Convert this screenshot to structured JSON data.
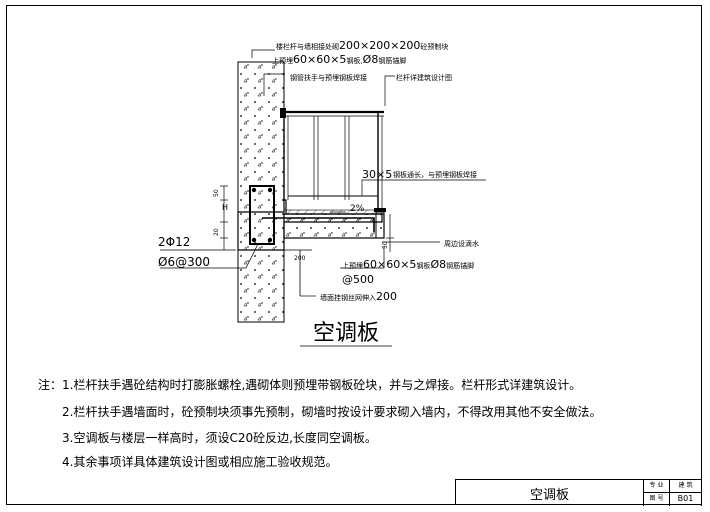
{
  "drawing": {
    "title": "空调板",
    "labels": {
      "top_line1_prefix": "楼栏杆与墙相接处砌",
      "top_line1_dim": "200×200×200",
      "top_line1_suffix": "砼预制块",
      "top_line2_prefix": "上预埋",
      "top_line2_dim": "60×60×5",
      "top_line2_mid": "钢板,",
      "top_line2_bar": "Ø8",
      "top_line2_suffix": "钢筋锚脚",
      "pipe_weld": "钢管扶手与预埋钢板焊接",
      "railing_ref": "栏杆详建筑设计图",
      "plate_dim": "30×5",
      "plate_text": "钢板通长，与预埋钢板焊接",
      "slope": "2%",
      "rebar_bottom": "2Φ12",
      "stirrup": "Ø6@300",
      "dim_50_upper": "50",
      "dim_h": "H",
      "dim_20": "20",
      "dim_50_lower": "50",
      "dim_200": "200",
      "drain": "周边设滴水",
      "bottom_embed_prefix": "上预埋",
      "bottom_embed_dim": "60×60×5",
      "bottom_embed_mid": "钢板",
      "bottom_embed_bar": "Ø8",
      "bottom_embed_suffix": "钢筋锚脚",
      "spacing": "@500",
      "mesh_prefix": "墙面挂钢丝网伸入",
      "mesh_dim": "200"
    }
  },
  "notes": {
    "prefix": "注：",
    "items": [
      "1.栏杆扶手遇砼结构时打膨胀螺栓,遇砌体则预埋带钢板砼块，并与之焊接。栏杆形式详建筑设计。",
      "2.栏杆扶手遇墙面时，砼预制块须事先预制，砌墙时按设计要求砌入墙内，不得改用其他不安全做法。",
      "3.空调板与楼层一样高时，须设C20砼反边,长度同空调板。",
      "4.其余事项详具体建筑设计图或相应施工验收规范。"
    ]
  },
  "title_block": {
    "name": "空调板",
    "discipline_label": "专 业",
    "discipline_value": "建 筑",
    "sheet_label": "图 号",
    "sheet_value": "B01"
  }
}
